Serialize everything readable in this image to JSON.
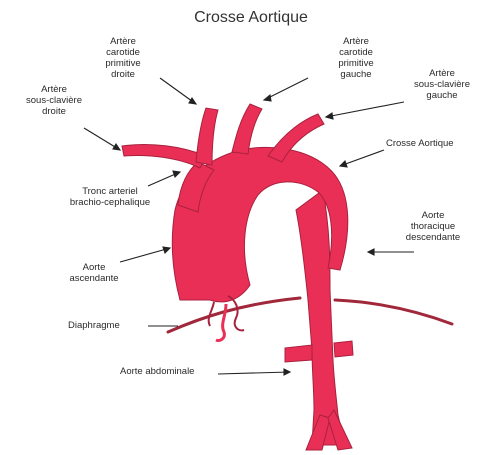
{
  "title": "Crosse Aortique",
  "labels": {
    "carotide_droite": "Artère\ncarotide\nprimitive\ndroite",
    "carotide_gauche": "Artère\ncarotide\nprimitive\ngauche",
    "sous_claviere_droite": "Artère\nsous-clavière\ndroite",
    "sous_claviere_gauche": "Artère\nsous-clavière\ngauche",
    "crosse": "Crosse Aortique",
    "tronc": "Tronc arteriel\nbrachio-cephalique",
    "aorte_thoracique": "Aorte\nthoracique\ndescendante",
    "aorte_ascendante": "Aorte\nascendante",
    "diaphragme": "Diaphragme",
    "aorte_abdominale": "Aorte abdominale"
  },
  "colors": {
    "vessel": "#ea2f56",
    "vessel_outline": "#a8213e",
    "diaphragm": "#a0283a",
    "leader": "#222222"
  }
}
